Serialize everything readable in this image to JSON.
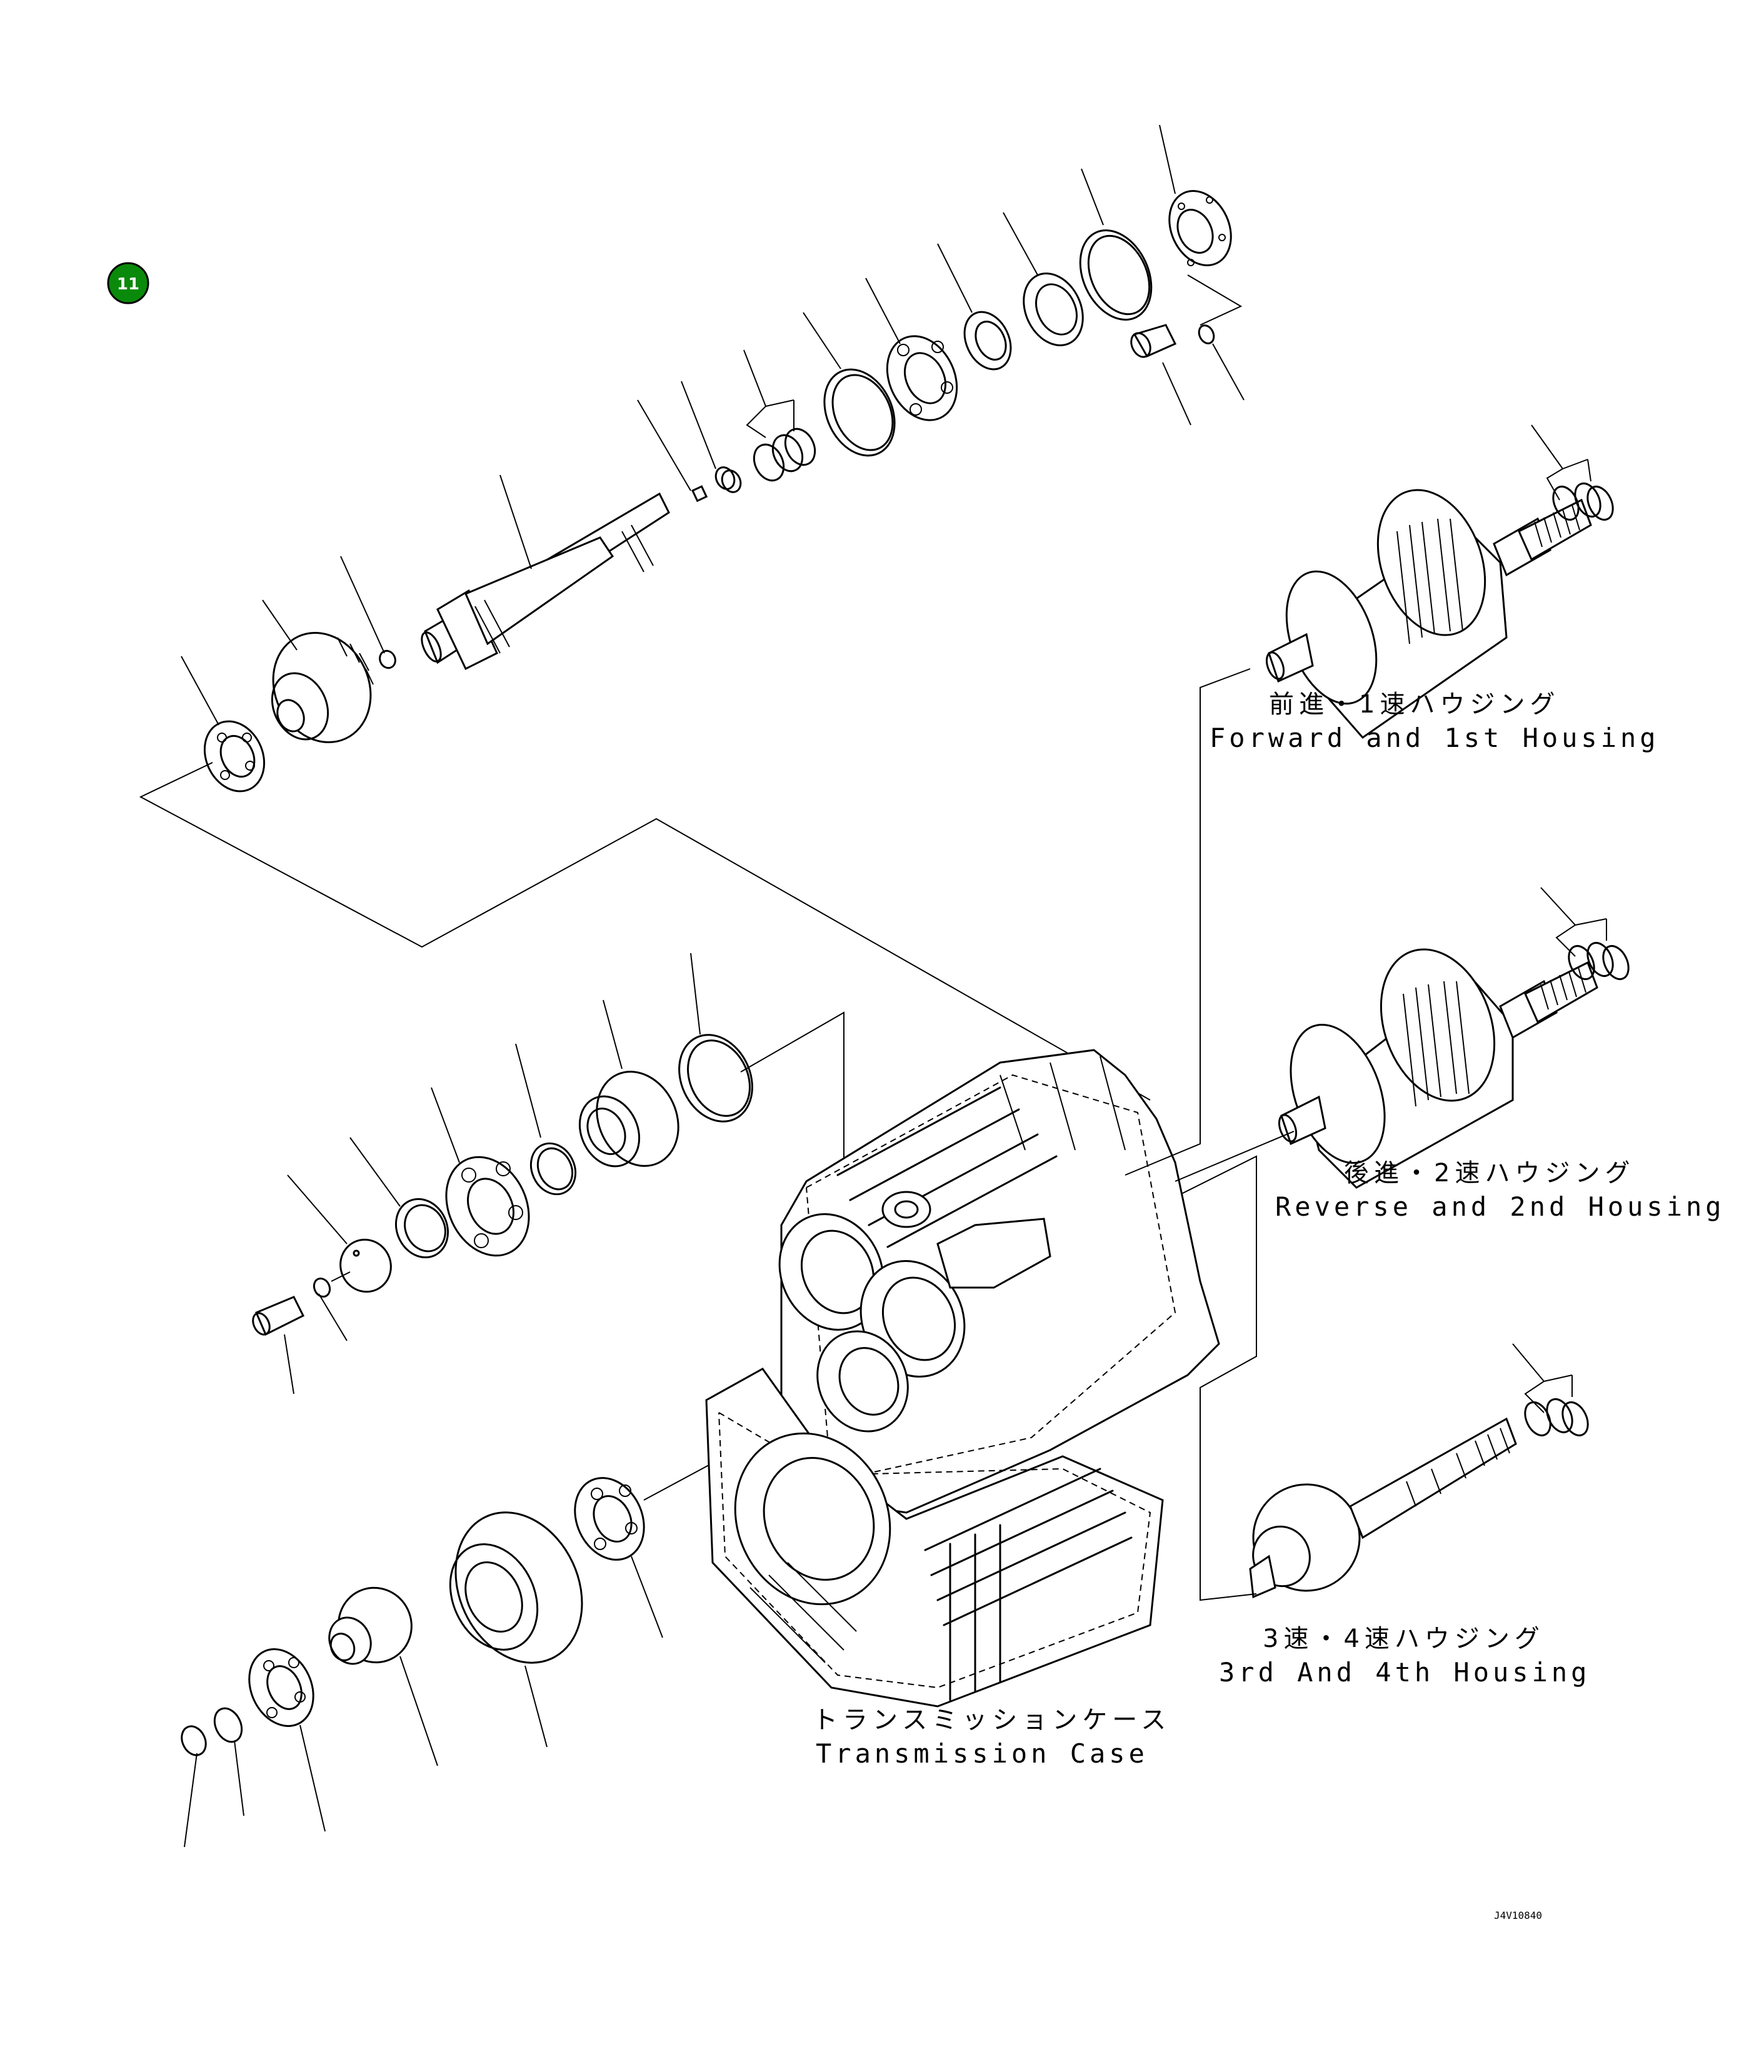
{
  "badge": {
    "number": "11",
    "color": "#0a8a0a"
  },
  "labels": {
    "forward_jp": "前進・1速ハウジング",
    "forward_en": "Forward and 1st Housing",
    "reverse_jp": "後進・2速ハウジング",
    "reverse_en": "Reverse and 2nd Housing",
    "third_jp": "3速・4速ハウジング",
    "third_en": "3rd And 4th Housing",
    "case_jp": "トランスミッションケース",
    "case_en": "Transmission Case"
  },
  "drawing_code": "J4V10840"
}
